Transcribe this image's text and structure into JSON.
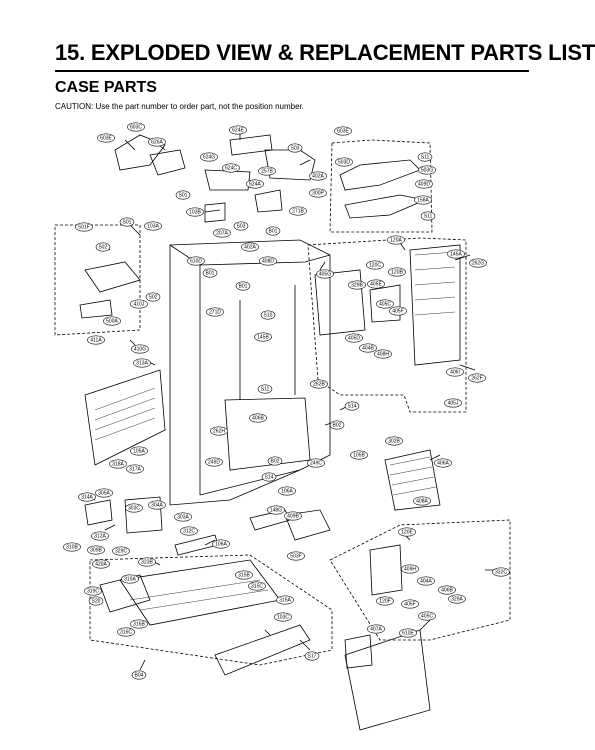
{
  "header": {
    "title": "15. EXPLODED VIEW & REPLACEMENT PARTS LIST",
    "subtitle": "CASE PARTS",
    "caution": "CAUTION: Use the part number to order part, not the position number."
  },
  "part_labels": [
    "603C",
    "603E",
    "626A",
    "624E",
    "624G",
    "624C",
    "624A",
    "257B",
    "S03",
    "402A",
    "300P",
    "603E",
    "503D",
    "S11",
    "503G",
    "409D",
    "158A",
    "S11",
    "S01",
    "103B",
    "271B",
    "501F",
    "S01",
    "103A",
    "502",
    "S02",
    "410J",
    "500A",
    "411A",
    "410G",
    "313A",
    "207A",
    "S03",
    "402A",
    "B01",
    "610D",
    "B01",
    "408D",
    "405G",
    "120C",
    "329B",
    "405E",
    "120B",
    "145A",
    "262G",
    "120A",
    "B01",
    "271D",
    "S10",
    "145B",
    "405C",
    "405F",
    "405D",
    "404B",
    "408H",
    "406I",
    "262F",
    "405J",
    "S11",
    "262B",
    "S14",
    "406B",
    "B02",
    "262H",
    "249D",
    "B02",
    "S14",
    "249C",
    "105A",
    "318A",
    "317A",
    "105B",
    "302B",
    "406A",
    "408A",
    "314A",
    "305A",
    "303C",
    "304A",
    "303A",
    "310B",
    "312A",
    "309B",
    "329C",
    "323B",
    "420A",
    "319A",
    "319C",
    "S20",
    "312C",
    "106A",
    "106A",
    "148G",
    "409B",
    "503F",
    "316B",
    "316C",
    "315A",
    "315B",
    "315C",
    "103C",
    "S17",
    "B04",
    "120E",
    "409H",
    "404A",
    "406B",
    "120F",
    "405F",
    "329A",
    "405C",
    "332C",
    "407A",
    "610E"
  ]
}
